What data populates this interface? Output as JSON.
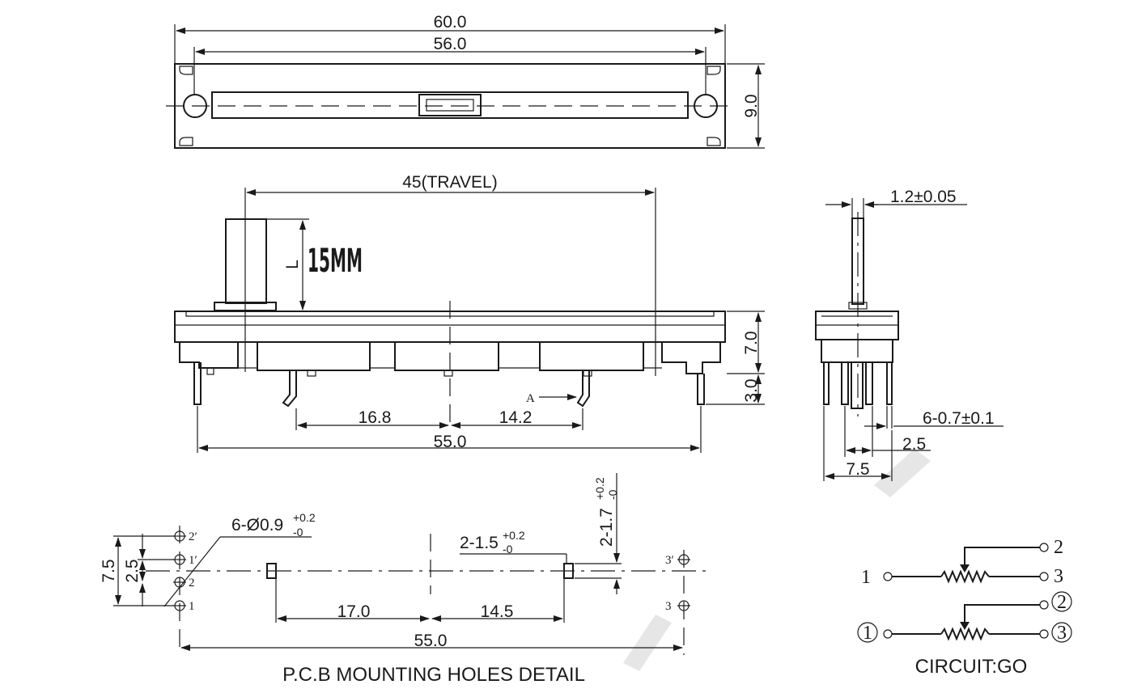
{
  "top_view": {
    "overall_width": "60.0",
    "slot_width": "56.0",
    "height": "9.0"
  },
  "side_view": {
    "travel": "45(TRAVEL)",
    "lever_letter": "L",
    "lever_length": "15MM",
    "body_height": "7.0",
    "pin_height": "3.0",
    "pin_spacing_left": "16.8",
    "pin_spacing_right": "14.2",
    "arrow_label": "A",
    "pin_span": "55.0"
  },
  "end_view": {
    "lever_thickness": "1.2±0.05",
    "pin_size": "6-0.7±0.1",
    "pin_pitch": "2.5",
    "row_spacing": "7.5"
  },
  "pcb": {
    "title": "P.C.B MOUNTING HOLES DETAIL",
    "hole_count_dia": "6-Ø0.9",
    "hole_tol_plus": "+0.2",
    "hole_tol_minus": "-0",
    "slot_label": "2-1.5",
    "slot_tol_plus": "+0.2",
    "slot_tol_minus": "-0",
    "slot_vert_label": "2-1.7",
    "slot_vert_tol_plus": "+0.2",
    "slot_vert_tol_minus": "-0",
    "row_spacing": "7.5",
    "pin_pitch": "2.5",
    "left_dist": "17.0",
    "right_dist": "14.5",
    "span": "55.0",
    "left_pins": [
      "2′",
      "1′",
      "2",
      "1"
    ],
    "right_pins": [
      "3′",
      "3"
    ]
  },
  "circuit": {
    "label": "CIRCUIT:GO",
    "top": {
      "left": "1",
      "wiper": "2",
      "right": "3"
    },
    "bottom": {
      "left": "1",
      "wiper": "2",
      "right": "3"
    }
  }
}
